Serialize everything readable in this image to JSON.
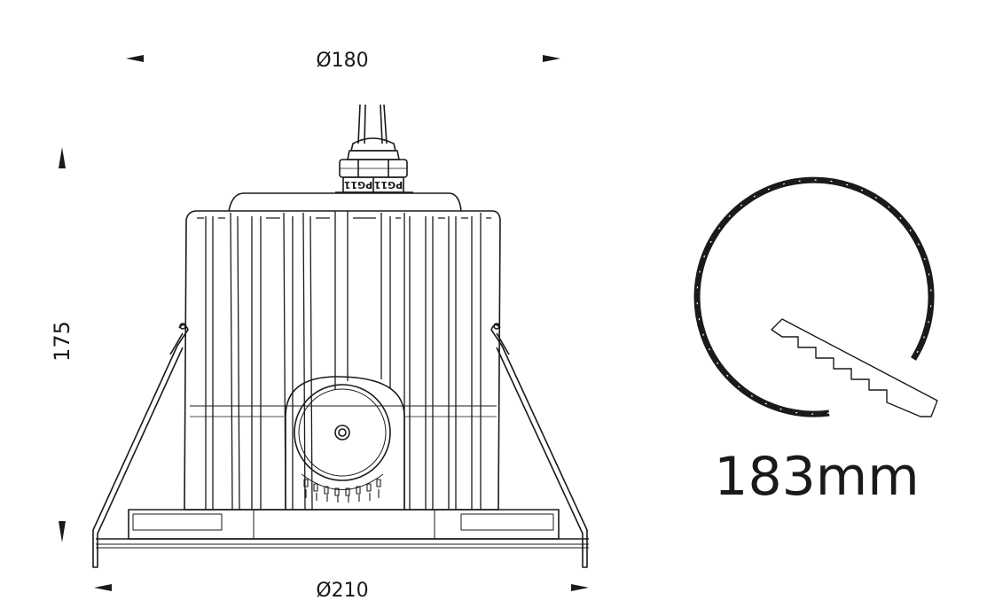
{
  "dimensions": {
    "top_diameter": "Ø180",
    "bottom_diameter": "Ø210",
    "height": "175",
    "cutout": "183mm"
  },
  "gland_markings": [
    "PG11",
    "PG11"
  ],
  "colors": {
    "line": "#1a1a1a",
    "background": "#ffffff"
  }
}
